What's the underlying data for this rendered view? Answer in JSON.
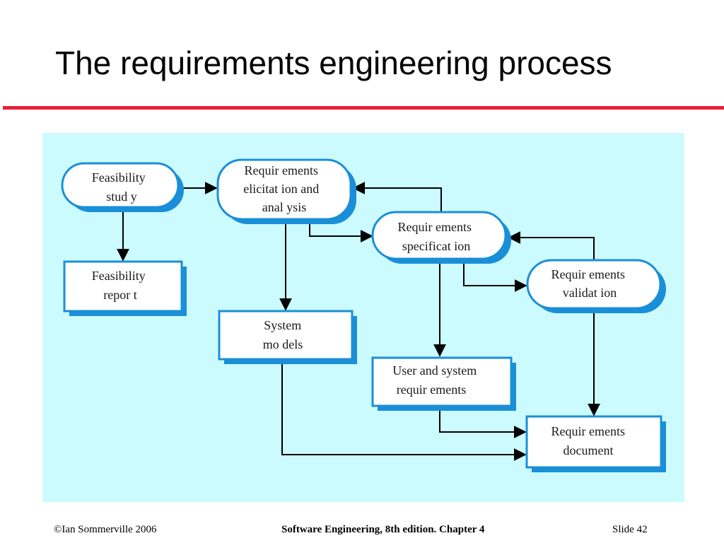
{
  "slide": {
    "title": "The requirements engineering process",
    "footer_left_symbol": "©",
    "footer_left": "Ian Sommerville 2006",
    "footer_center": "Software Engineering, 8th edition. Chapter 4",
    "footer_right": "Slide  42"
  },
  "diagram": {
    "colors": {
      "panel": "#ccfbff",
      "node_fill": "#ffffff",
      "node_border": "#1a8fd8",
      "shadow": "#1a8fd8",
      "rule": "#e8213a"
    },
    "processes": {
      "feasibility_study": [
        "Feasibility",
        "stud y"
      ],
      "elicitation": [
        "Requir ements",
        "elicitat ion and",
        "anal ysis"
      ],
      "specification": [
        "Requir ements",
        "specificat ion"
      ],
      "validation": [
        "Requir ements",
        "validat ion"
      ]
    },
    "documents": {
      "feasibility_report": [
        "Feasibility",
        "repor t"
      ],
      "system_models": [
        "System",
        "mo dels"
      ],
      "user_system_requirements": [
        "User and system",
        "requir ements"
      ],
      "requirements_document": [
        "Requir ements",
        "document"
      ]
    }
  }
}
